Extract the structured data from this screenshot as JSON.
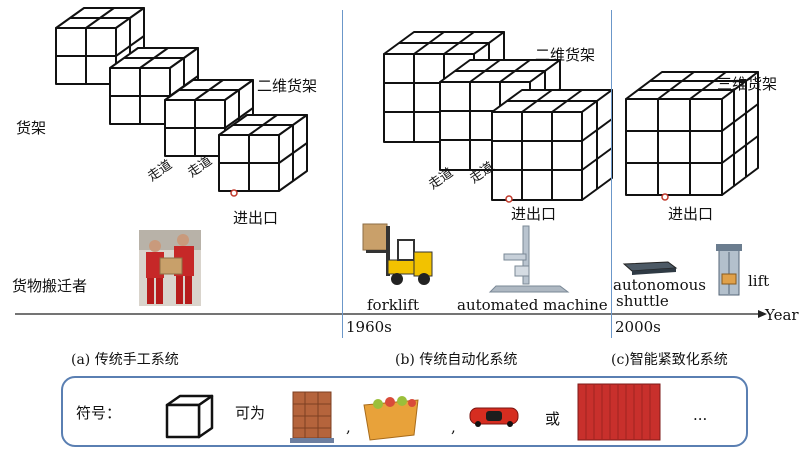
{
  "row_labels": {
    "rack": "货架",
    "handler": "货物搬迁者"
  },
  "panel_a": {
    "rack_type": "二维货架",
    "aisle_1": "走道",
    "aisle_2": "走道",
    "port": "进出口",
    "caption": "(a) 传统手工系统"
  },
  "panel_b": {
    "rack_type": "二维货架",
    "aisle_1": "走道",
    "aisle_2": "走道",
    "port": "进出口",
    "forklift": "forklift",
    "machine": "automated machine",
    "caption": "(b) 传统自动化系统"
  },
  "panel_c": {
    "rack_type": "三维货架",
    "port": "进出口",
    "shuttle_1": "autonomous",
    "shuttle_2": "shuttle",
    "lift": "lift",
    "caption": "(c)智能紧致化系统"
  },
  "timeline": {
    "t1": "1960s",
    "t2": "2000s",
    "axis": "Year"
  },
  "legend": {
    "symbol_label": "符号：",
    "can_be": "可为",
    "comma_1": ",",
    "comma_2": ",",
    "or": "或",
    "ellipsis": "···"
  },
  "colors": {
    "separator": "#6b97c9",
    "legend_border": "#5a7fb2",
    "port_dot": "#c0392b",
    "container_red": "#c8302c",
    "forklift_yellow": "#f2c200",
    "crate_orange": "#e8a23a"
  }
}
